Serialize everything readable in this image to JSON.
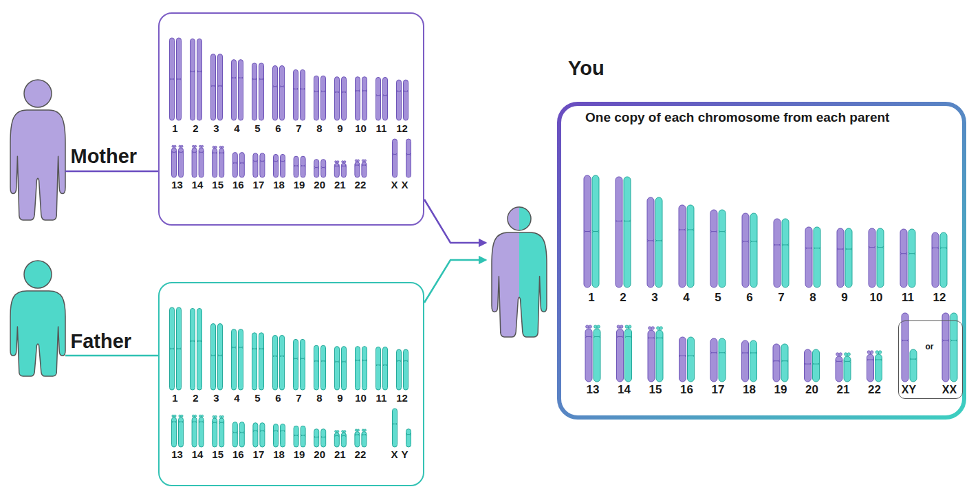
{
  "diagram": {
    "nodes": [
      {
        "text": [
          "Mother",
          "1",
          "2",
          "3",
          "4",
          "5",
          "6",
          "7",
          "8",
          "9",
          "10",
          "11",
          "12",
          "13",
          "14",
          "15",
          "16",
          "17",
          "18",
          "19",
          "20",
          "21",
          "22",
          "XX"
        ]
      },
      {
        "text": [
          "Father",
          "1",
          "2",
          "3",
          "4",
          "5",
          "6",
          "7",
          "8",
          "9",
          "10",
          "11",
          "12",
          "13",
          "14",
          "15",
          "16",
          "17",
          "18",
          "19",
          "20",
          "21",
          "22",
          "XY"
        ]
      },
      {
        "text": [
          "You",
          "One copy of each chromosome from each parent",
          "1",
          "2",
          "3",
          "4",
          "5",
          "6",
          "7",
          "8",
          "9",
          "10",
          "11",
          "12",
          "13",
          "14",
          "15",
          "16",
          "17",
          "18",
          "19",
          "20",
          "21",
          "22"
        ]
      },
      {
        "text": [
          "XY",
          "or",
          "XX"
        ],
        "in": 2
      }
    ]
  }
}
